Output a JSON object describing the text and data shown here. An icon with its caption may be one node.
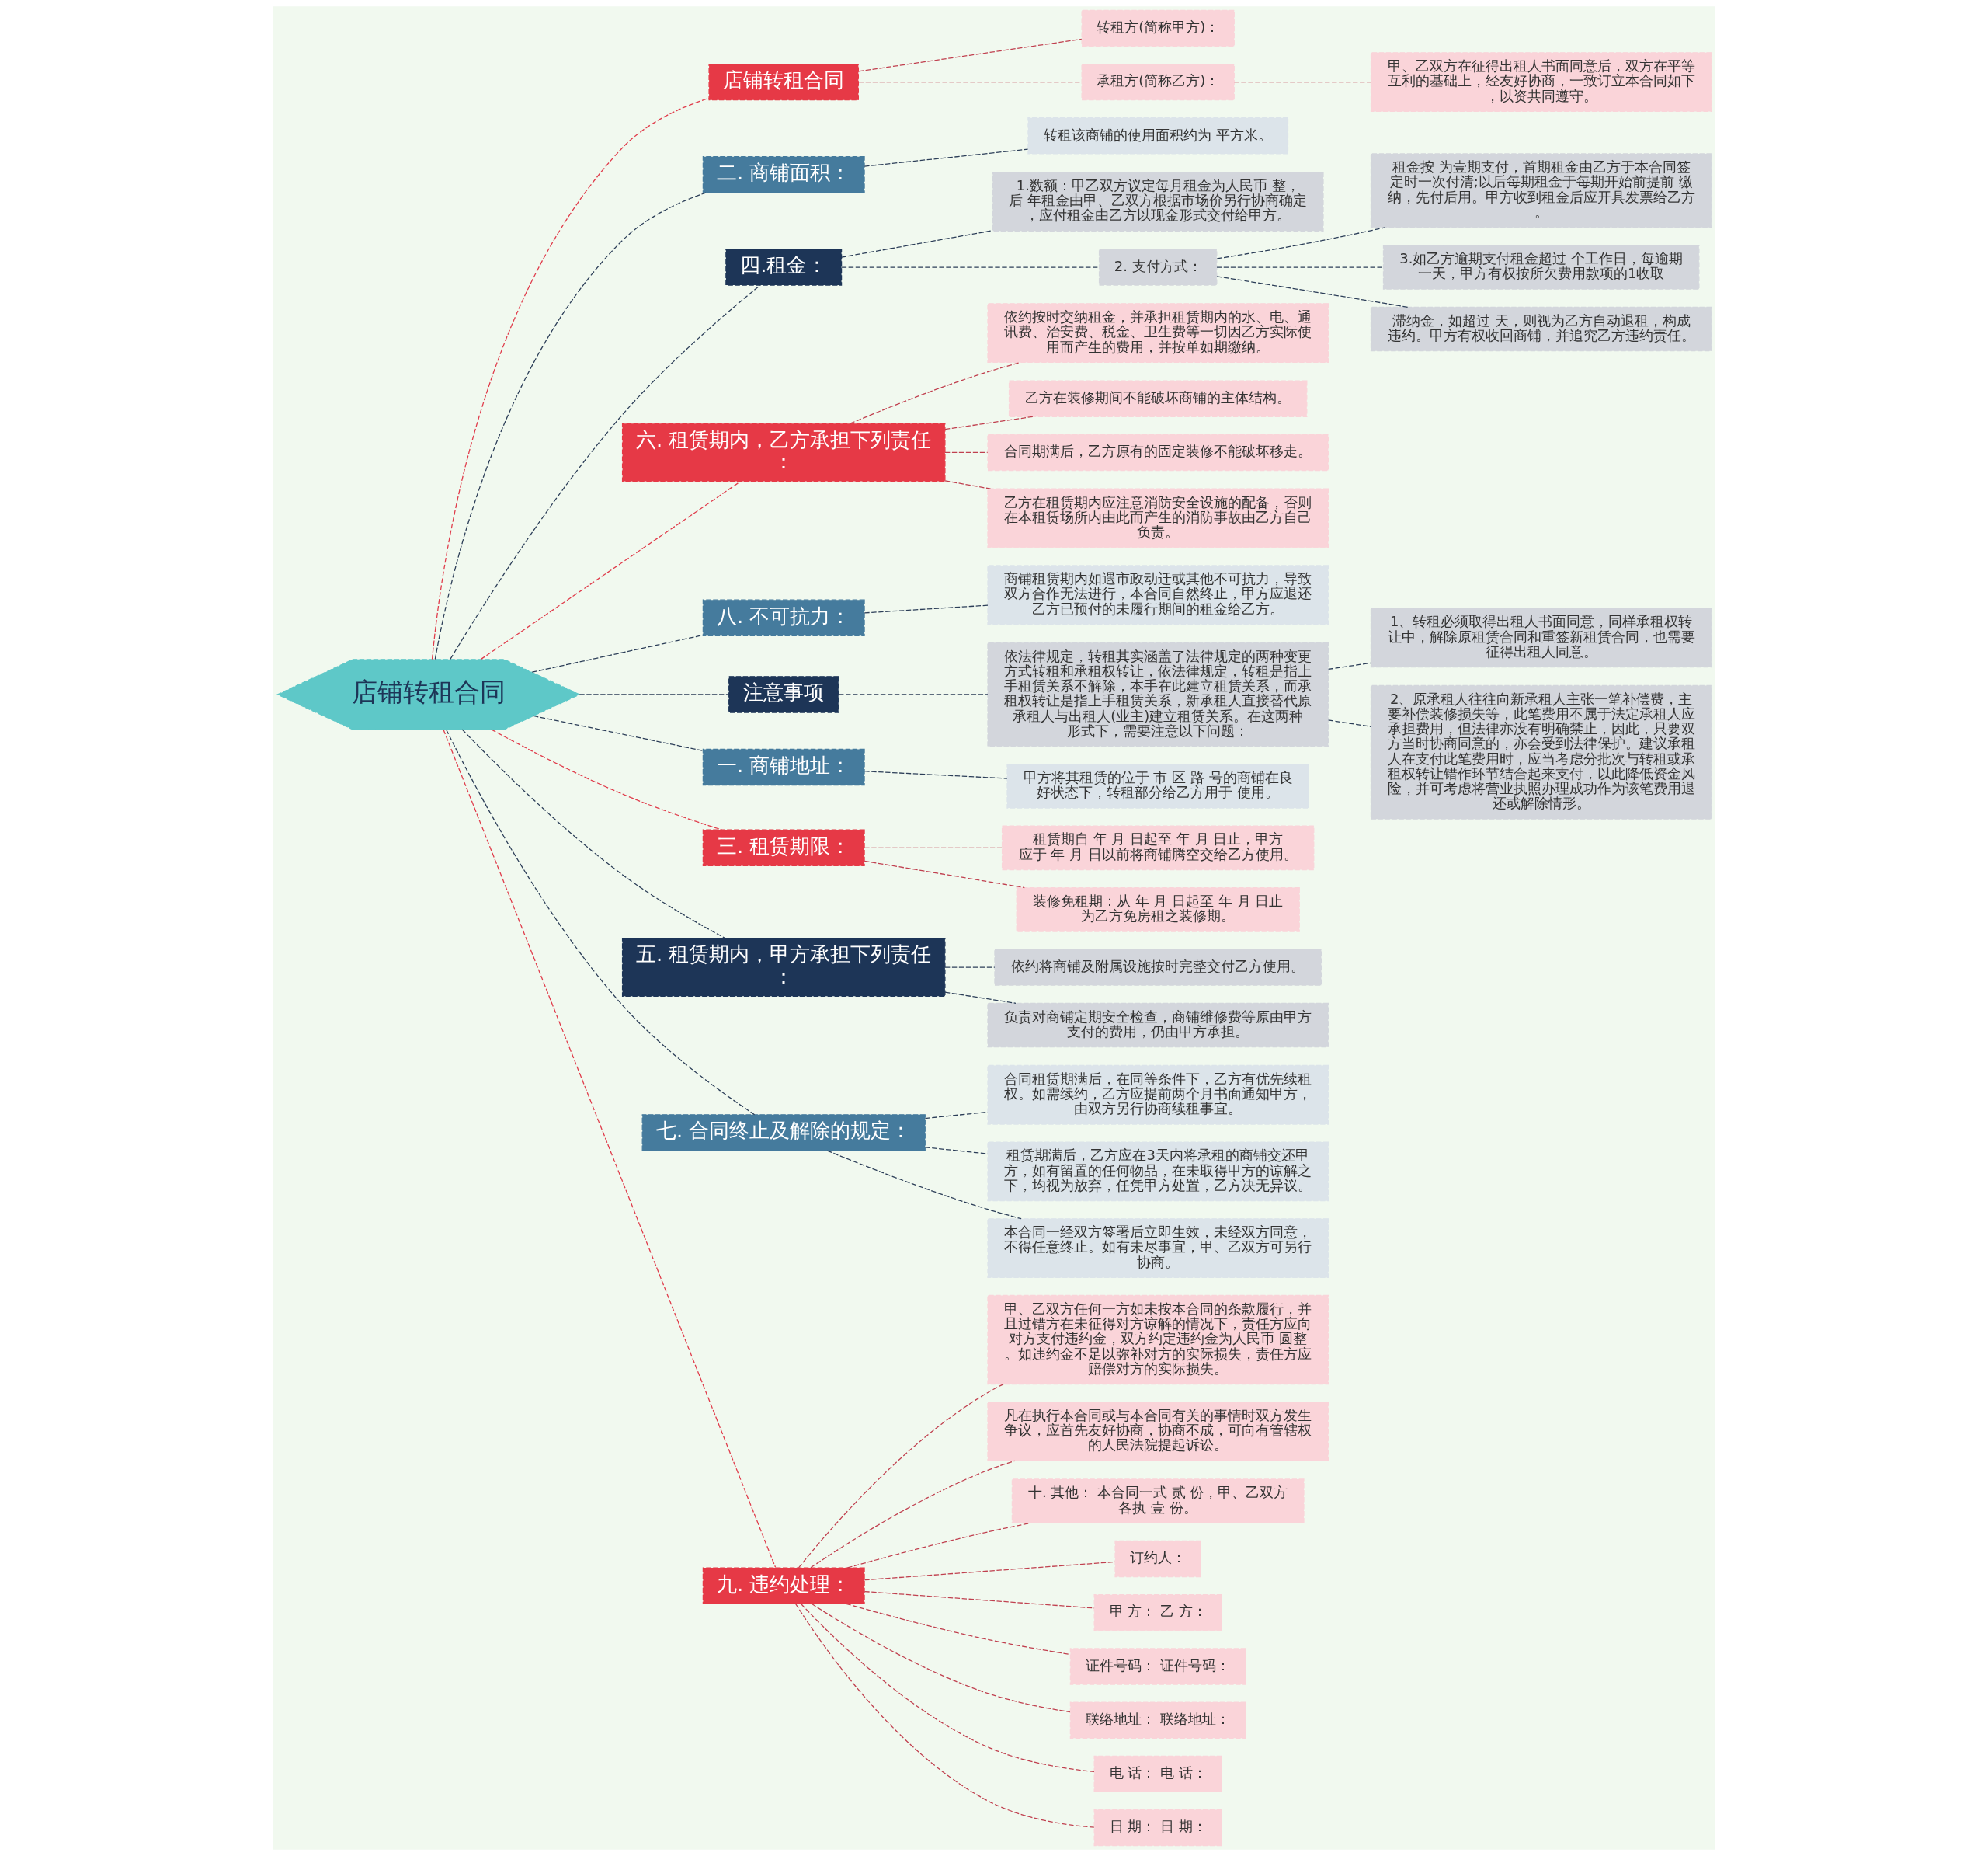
{
  "diagram": {
    "nodes": [
      {
        "text": [
          "店铺转租合同"
        ]
      },
      {
        "text": [
          "店铺转租合同"
        ]
      },
      {
        "text": [
          "转租方(简称甲方)："
        ]
      },
      {
        "text": [
          "承租方(简称乙方)："
        ]
      },
      {
        "text": [
          "甲、乙双方在征得出租人书面同意后，双方在平等互利的基础上，经友好协商，一致订立本合同如下，以资共同遵守。"
        ]
      },
      {
        "text": [
          "二. 商铺面积："
        ]
      },
      {
        "text": [
          "转租该商铺的使用面积约为 平方米。"
        ]
      },
      {
        "text": [
          "四.租金："
        ]
      },
      {
        "text": [
          "1.数额：甲乙双方议定每月租金为人民币 整，后 年租金由甲、乙双方根据市场价另行协商确定，应付租金由乙方以现金形式交付给甲方。"
        ]
      },
      {
        "text": [
          "2. 支付方式："
        ]
      },
      {
        "text": [
          "租金按 为壹期支付，首期租金由乙方于本合同签定时一次付清;以后每期租金于每期开始前提前 缴纳，先付后用。甲方收到租金后应开具发票给乙方。"
        ]
      },
      {
        "text": [
          "3.如乙方逾期支付租金超过 个工作日，每逾期一天，甲方有权按所欠费用款项的1收取"
        ]
      },
      {
        "text": [
          "滞纳金，如超过 天，则视为乙方自动退租，构成违约。甲方有权收回商铺，并追究乙方违约责任。"
        ]
      },
      {
        "text": [
          "六. 租赁期内，乙方承担下列责任："
        ]
      },
      {
        "text": [
          "依约按时交纳租金，并承担租赁期内的水、电、通讯费、治安费、税金、卫生费等一切因乙方实际使用而产生的费用，并按单如期缴纳。"
        ]
      },
      {
        "text": [
          "乙方在装修期间不能破坏商铺的主体结构。"
        ]
      },
      {
        "text": [
          "合同期满后，乙方原有的固定装修不能破坏移走。"
        ]
      },
      {
        "text": [
          "乙方在租赁期内应注意消防安全设施的配备，否则在本租赁场所内由此而产生的消防事故由乙方自己负责。"
        ]
      },
      {
        "text": [
          "八. 不可抗力："
        ]
      },
      {
        "text": [
          "商铺租赁期内如遇市政动迁或其他不可抗力，导致双方合作无法进行，本合同自然终止，甲方应退还乙方已预付的未履行期间的租金给乙方。"
        ]
      },
      {
        "text": [
          "注意事项"
        ]
      },
      {
        "text": [
          "依法律规定，转租其实涵盖了法律规定的两种变更方式转租和承租权转让，依法律规定，转租是指上手租赁关系不解除，本手在此建立租赁关系，而承租权转让是指上手租赁关系，新承租人直接替代原承租人与出租人(业主)建立租赁关系。在这两种形式下，需要注意以下问题："
        ]
      },
      {
        "text": [
          "1、转租必须取得出租人书面同意，同样承租权转让中，解除原租赁合同和重签新租赁合同，也需要征得出租人同意。"
        ]
      },
      {
        "text": [
          "2、原承租人往往向新承租人主张一笔补偿费，主要补偿装修损失等，此笔费用不属于法定承租人应承担费用，但法律亦没有明确禁止，因此，只要双方当时协商同意的，亦会受到法律保护。建议承租人在支付此笔费用时，应当考虑分批次与转租或承租权转让错作环节结合起来支付，以此降低资金风险，并可考虑将营业执照办理成功作为该笔费用退还或解除情形。"
        ]
      },
      {
        "text": [
          "一. 商铺地址："
        ]
      },
      {
        "text": [
          "甲方将其租赁的位于 市 区 路 号的商铺在良好状态下，转租部分给乙方用于 使用。"
        ]
      },
      {
        "text": [
          "三. 租赁期限："
        ]
      },
      {
        "text": [
          "租赁期自 年 月 日起至 年 月 日止，甲方应于 年 月 日以前将商铺腾空交给乙方使用。"
        ]
      },
      {
        "text": [
          "装修免租期：从 年 月 日起至 年 月 日止为乙方免房租之装修期。"
        ]
      },
      {
        "text": [
          "五. 租赁期内，甲方承担下列责任："
        ]
      },
      {
        "text": [
          "依约将商铺及附属设施按时完整交付乙方使用。"
        ]
      },
      {
        "text": [
          "负责对商铺定期安全检查，商铺维修费等原由甲方支付的费用，仍由甲方承担。"
        ]
      },
      {
        "text": [
          "七. 合同终止及解除的规定："
        ]
      },
      {
        "text": [
          "合同租赁期满后，在同等条件下，乙方有优先续租权。如需续约，乙方应提前两个月书面通知甲方，由双方另行协商续租事宜。"
        ]
      },
      {
        "text": [
          "租赁期满后，乙方应在3天内将承租的商铺交还甲方，如有留置的任何物品，在未取得甲方的谅解之下，均视为放弃，任凭甲方处置，乙方决无异议。"
        ]
      },
      {
        "text": [
          "本合同一经双方签署后立即生效，未经双方同意，不得任意终止。如有未尽事宜，甲、乙双方可另行协商。"
        ]
      },
      {
        "text": [
          "九. 违约处理："
        ]
      },
      {
        "text": [
          "甲、乙双方任何一方如未按本合同的条款履行，并且过错方在未征得对方谅解的情况下，责任方应向对方支付违约金，双方约定违约金为人民币 圆整。如违约金不足以弥补对方的实际损失，责任方应赔偿对方的实际损失。"
        ]
      },
      {
        "text": [
          "凡在执行本合同或与本合同有关的事情时双方发生争议，应首先友好协商，协商不成，可向有管辖权的人民法院提起诉讼。"
        ]
      },
      {
        "text": [
          "十. 其他： 本合同一式 贰 份，甲、乙双方各执 壹 份。"
        ]
      },
      {
        "text": [
          "订约人："
        ]
      },
      {
        "text": [
          "甲 方： 乙 方："
        ]
      },
      {
        "text": [
          "证件号码： 证件号码："
        ]
      },
      {
        "text": [
          "联络地址： 联络地址："
        ]
      },
      {
        "text": [
          "电 话： 电 话："
        ]
      },
      {
        "text": [
          "日 期： 日 期："
        ]
      }
    ],
    "edges": [
      {
        "from": 0,
        "to": 1,
        "arrow": "none",
        "style": "dashed",
        "color": "#e03c4b"
      },
      {
        "from": 1,
        "to": 2,
        "arrow": "none",
        "style": "dashed",
        "color": "#c0404f"
      },
      {
        "from": 1,
        "to": 3,
        "arrow": "none",
        "style": "dashed",
        "color": "#c0404f"
      },
      {
        "from": 3,
        "to": 4,
        "arrow": "none",
        "style": "dashed",
        "color": "#c0404f"
      },
      {
        "from": 0,
        "to": 5,
        "arrow": "none",
        "style": "dashed",
        "color": "#2c3e58"
      },
      {
        "from": 5,
        "to": 6,
        "arrow": "none",
        "style": "dashed",
        "color": "#2c3e58"
      },
      {
        "from": 0,
        "to": 7,
        "arrow": "none",
        "style": "dashed",
        "color": "#2c3e58"
      },
      {
        "from": 7,
        "to": 8,
        "arrow": "none",
        "style": "dashed",
        "color": "#2c3e58"
      },
      {
        "from": 7,
        "to": 9,
        "arrow": "none",
        "style": "dashed",
        "color": "#2c3e58"
      },
      {
        "from": 9,
        "to": 10,
        "arrow": "none",
        "style": "dashed",
        "color": "#2c3e58"
      },
      {
        "from": 9,
        "to": 11,
        "arrow": "none",
        "style": "dashed",
        "color": "#2c3e58"
      },
      {
        "from": 9,
        "to": 12,
        "arrow": "none",
        "style": "dashed",
        "color": "#2c3e58"
      },
      {
        "from": 0,
        "to": 13,
        "arrow": "none",
        "style": "dashed",
        "color": "#e03c4b"
      },
      {
        "from": 13,
        "to": 14,
        "arrow": "none",
        "style": "dashed",
        "color": "#c0404f"
      },
      {
        "from": 13,
        "to": 15,
        "arrow": "none",
        "style": "dashed",
        "color": "#c0404f"
      },
      {
        "from": 13,
        "to": 16,
        "arrow": "none",
        "style": "dashed",
        "color": "#c0404f"
      },
      {
        "from": 13,
        "to": 17,
        "arrow": "none",
        "style": "dashed",
        "color": "#c0404f"
      },
      {
        "from": 0,
        "to": 18,
        "arrow": "none",
        "style": "dashed",
        "color": "#2c3e58"
      },
      {
        "from": 18,
        "to": 19,
        "arrow": "none",
        "style": "dashed",
        "color": "#2c3e58"
      },
      {
        "from": 0,
        "to": 20,
        "arrow": "none",
        "style": "dashed",
        "color": "#2c3e58"
      },
      {
        "from": 20,
        "to": 21,
        "arrow": "none",
        "style": "dashed",
        "color": "#2c3e58"
      },
      {
        "from": 21,
        "to": 22,
        "arrow": "none",
        "style": "dashed",
        "color": "#2c3e58"
      },
      {
        "from": 21,
        "to": 23,
        "arrow": "none",
        "style": "dashed",
        "color": "#2c3e58"
      },
      {
        "from": 0,
        "to": 24,
        "arrow": "none",
        "style": "dashed",
        "color": "#2c3e58"
      },
      {
        "from": 24,
        "to": 25,
        "arrow": "none",
        "style": "dashed",
        "color": "#2c3e58"
      },
      {
        "from": 0,
        "to": 26,
        "arrow": "none",
        "style": "dashed",
        "color": "#e03c4b"
      },
      {
        "from": 26,
        "to": 27,
        "arrow": "none",
        "style": "dashed",
        "color": "#c0404f"
      },
      {
        "from": 26,
        "to": 28,
        "arrow": "none",
        "style": "dashed",
        "color": "#c0404f"
      },
      {
        "from": 0,
        "to": 29,
        "arrow": "none",
        "style": "dashed",
        "color": "#2c3e58"
      },
      {
        "from": 29,
        "to": 30,
        "arrow": "none",
        "style": "dashed",
        "color": "#2c3e58"
      },
      {
        "from": 29,
        "to": 31,
        "arrow": "none",
        "style": "dashed",
        "color": "#2c3e58"
      },
      {
        "from": 0,
        "to": 32,
        "arrow": "none",
        "style": "dashed",
        "color": "#2c3e58"
      },
      {
        "from": 32,
        "to": 33,
        "arrow": "none",
        "style": "dashed",
        "color": "#2c3e58"
      },
      {
        "from": 32,
        "to": 34,
        "arrow": "none",
        "style": "dashed",
        "color": "#2c3e58"
      },
      {
        "from": 32,
        "to": 35,
        "arrow": "none",
        "style": "dashed",
        "color": "#2c3e58"
      },
      {
        "from": 0,
        "to": 36,
        "arrow": "none",
        "style": "dashed",
        "color": "#e03c4b"
      },
      {
        "from": 36,
        "to": 37,
        "arrow": "none",
        "style": "dashed",
        "color": "#c0404f"
      },
      {
        "from": 36,
        "to": 38,
        "arrow": "none",
        "style": "dashed",
        "color": "#c0404f"
      },
      {
        "from": 36,
        "to": 39,
        "arrow": "none",
        "style": "dashed",
        "color": "#c0404f"
      },
      {
        "from": 36,
        "to": 40,
        "arrow": "none",
        "style": "dashed",
        "color": "#c0404f"
      },
      {
        "from": 36,
        "to": 41,
        "arrow": "none",
        "style": "dashed",
        "color": "#c0404f"
      },
      {
        "from": 36,
        "to": 42,
        "arrow": "none",
        "style": "dashed",
        "color": "#c0404f"
      },
      {
        "from": 36,
        "to": 43,
        "arrow": "none",
        "style": "dashed",
        "color": "#c0404f"
      },
      {
        "from": 36,
        "to": 44,
        "arrow": "none",
        "style": "dashed",
        "color": "#c0404f"
      },
      {
        "from": 36,
        "to": 45,
        "arrow": "none",
        "style": "dashed",
        "color": "#c0404f"
      }
    ]
  }
}
